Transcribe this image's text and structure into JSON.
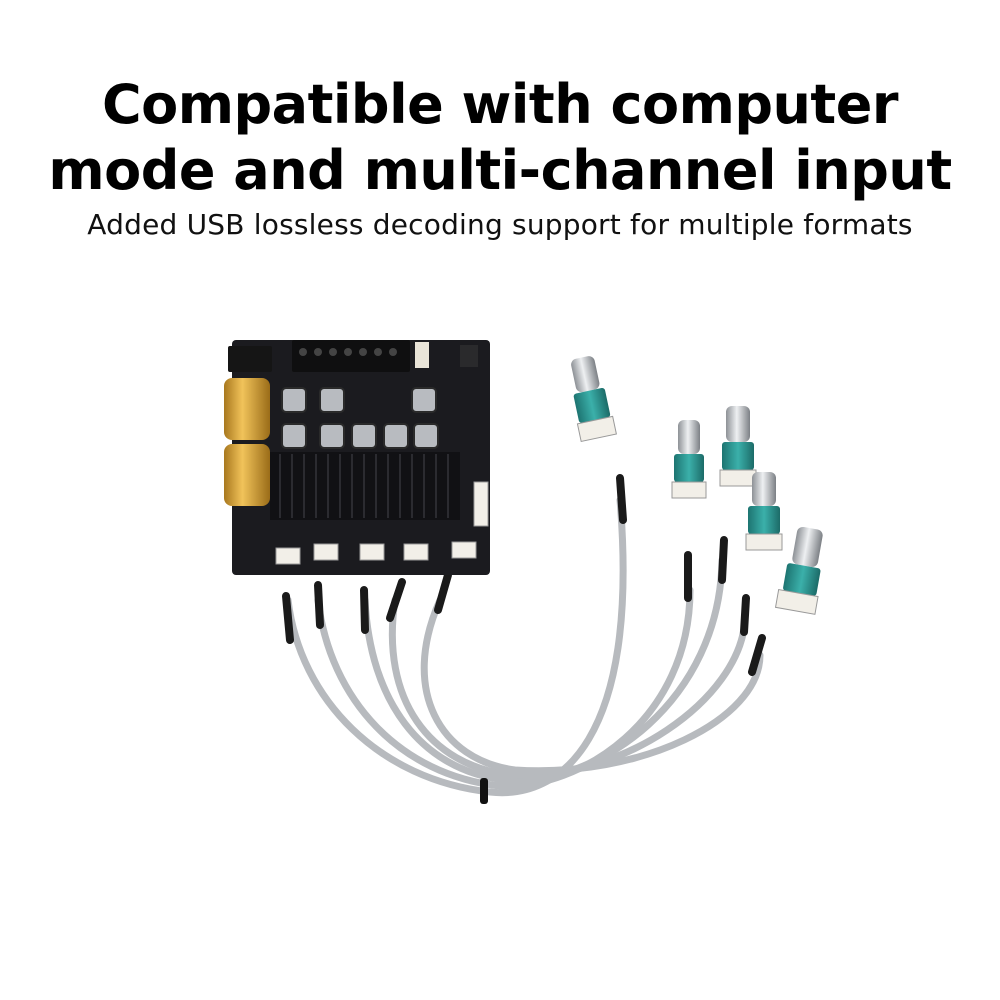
{
  "headline": {
    "line1": "Compatible with computer",
    "line2": "mode and multi-channel input"
  },
  "subheadline": "Added USB lossless decoding support for multiple formats",
  "photo": {
    "subject": "amplifier-board-with-potentiometer-cables",
    "colors": {
      "board": "#1b1b1f",
      "heatsink": "#111114",
      "capacitor": "#d4a23a",
      "cable": "#b9bcc0",
      "knob_body": "#2f9a96",
      "knob_shaft": "#c9ccd0",
      "connector": "#f2efe8"
    }
  }
}
